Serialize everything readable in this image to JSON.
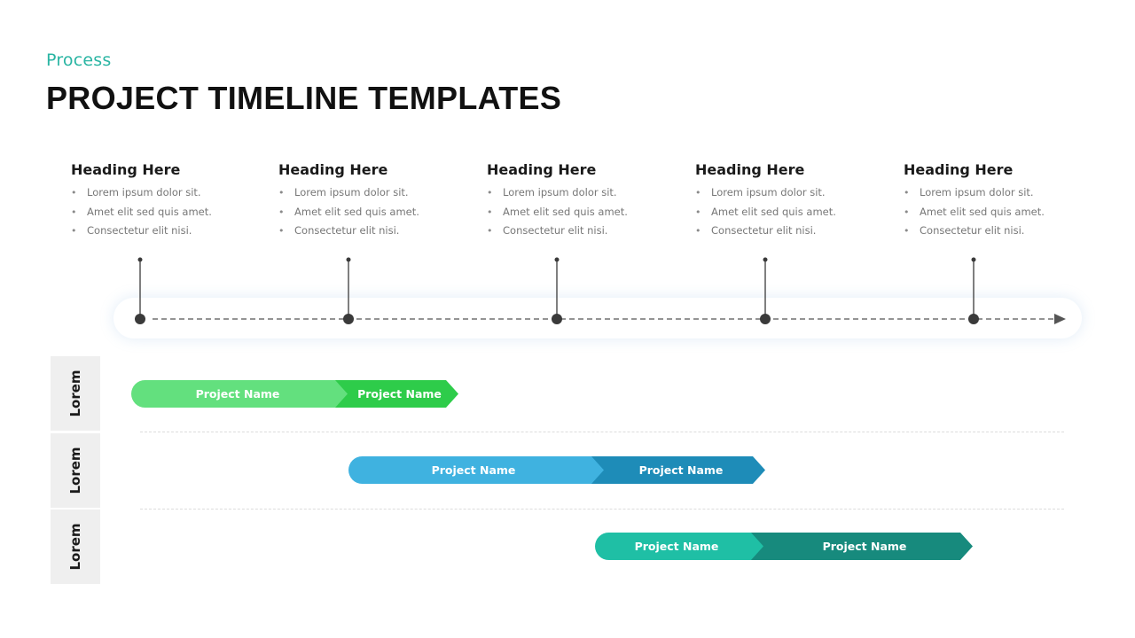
{
  "header": {
    "subtitle": "Process",
    "title": "PROJECT TIMELINE TEMPLATES"
  },
  "milestones": [
    {
      "heading": "Heading Here",
      "bullets": [
        "Lorem ipsum dolor sit.",
        "Amet elit sed quis amet.",
        "Consectetur elit nisi."
      ]
    },
    {
      "heading": "Heading Here",
      "bullets": [
        "Lorem ipsum dolor sit.",
        "Amet elit sed quis amet.",
        "Consectetur elit nisi."
      ]
    },
    {
      "heading": "Heading Here",
      "bullets": [
        "Lorem ipsum dolor sit.",
        "Amet elit sed quis amet.",
        "Consectetur elit nisi."
      ]
    },
    {
      "heading": "Heading Here",
      "bullets": [
        "Lorem ipsum dolor sit.",
        "Amet elit sed quis amet.",
        "Consectetur elit nisi."
      ]
    },
    {
      "heading": "Heading Here",
      "bullets": [
        "Lorem ipsum dolor sit.",
        "Amet elit sed quis amet.",
        "Consectetur elit nisi."
      ]
    }
  ],
  "rows": [
    {
      "label": "Lorem",
      "segments": [
        {
          "name": "Project Name",
          "color": "#63e07e"
        },
        {
          "name": "Project Name",
          "color": "#2ecc4a"
        }
      ]
    },
    {
      "label": "Lorem",
      "segments": [
        {
          "name": "Project Name",
          "color": "#3fb2e0"
        },
        {
          "name": "Project Name",
          "color": "#1e8cb8"
        }
      ]
    },
    {
      "label": "Lorem",
      "segments": [
        {
          "name": "Project Name",
          "color": "#1fbfa5"
        },
        {
          "name": "Project Name",
          "color": "#178a7d"
        }
      ]
    }
  ],
  "colors": {
    "accent": "#2ab5a3",
    "timeline": "#3a3a3a"
  }
}
